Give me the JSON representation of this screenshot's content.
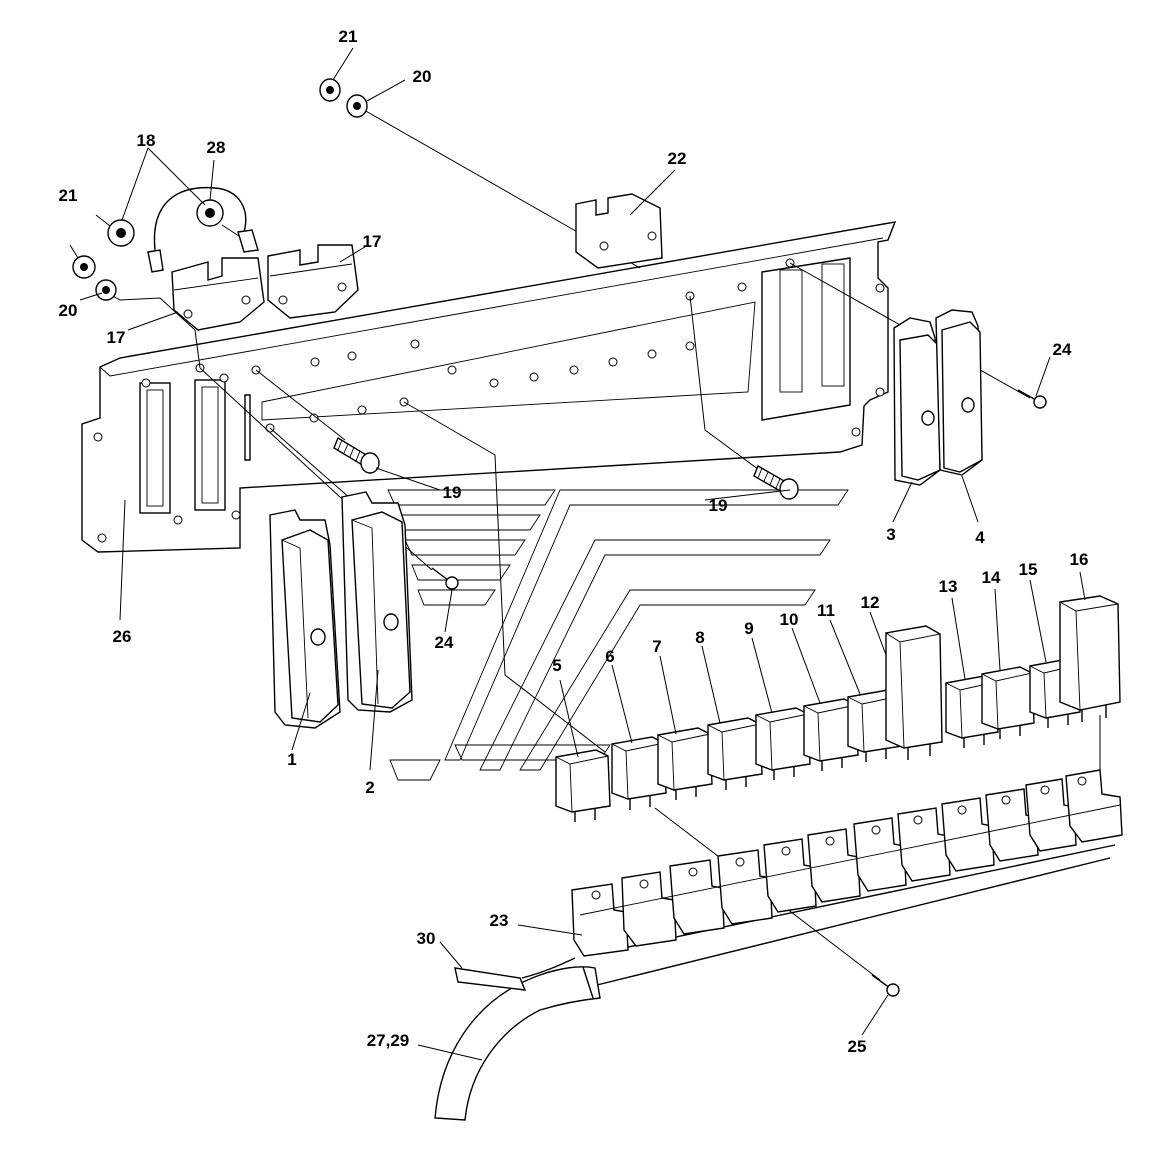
{
  "callouts": [
    {
      "id": "c21a",
      "text": "21"
    },
    {
      "id": "c20a",
      "text": "20"
    },
    {
      "id": "c18",
      "text": "18"
    },
    {
      "id": "c28",
      "text": "28"
    },
    {
      "id": "c21b",
      "text": "21"
    },
    {
      "id": "c20b",
      "text": "20"
    },
    {
      "id": "c17a",
      "text": "17"
    },
    {
      "id": "c17b",
      "text": "17"
    },
    {
      "id": "c22",
      "text": "22"
    },
    {
      "id": "c24a",
      "text": "24"
    },
    {
      "id": "c19a",
      "text": "19"
    },
    {
      "id": "c19b",
      "text": "19"
    },
    {
      "id": "c26",
      "text": "26"
    },
    {
      "id": "c24b",
      "text": "24"
    },
    {
      "id": "c3",
      "text": "3"
    },
    {
      "id": "c4",
      "text": "4"
    },
    {
      "id": "c1",
      "text": "1"
    },
    {
      "id": "c2",
      "text": "2"
    },
    {
      "id": "c5",
      "text": "5"
    },
    {
      "id": "c6",
      "text": "6"
    },
    {
      "id": "c7",
      "text": "7"
    },
    {
      "id": "c8",
      "text": "8"
    },
    {
      "id": "c9",
      "text": "9"
    },
    {
      "id": "c10",
      "text": "10"
    },
    {
      "id": "c11",
      "text": "11"
    },
    {
      "id": "c12",
      "text": "12"
    },
    {
      "id": "c13",
      "text": "13"
    },
    {
      "id": "c14",
      "text": "14"
    },
    {
      "id": "c15",
      "text": "15"
    },
    {
      "id": "c16",
      "text": "16"
    },
    {
      "id": "c23",
      "text": "23"
    },
    {
      "id": "c30",
      "text": "30"
    },
    {
      "id": "c2729",
      "text": "27,29"
    },
    {
      "id": "c25",
      "text": "25"
    }
  ]
}
